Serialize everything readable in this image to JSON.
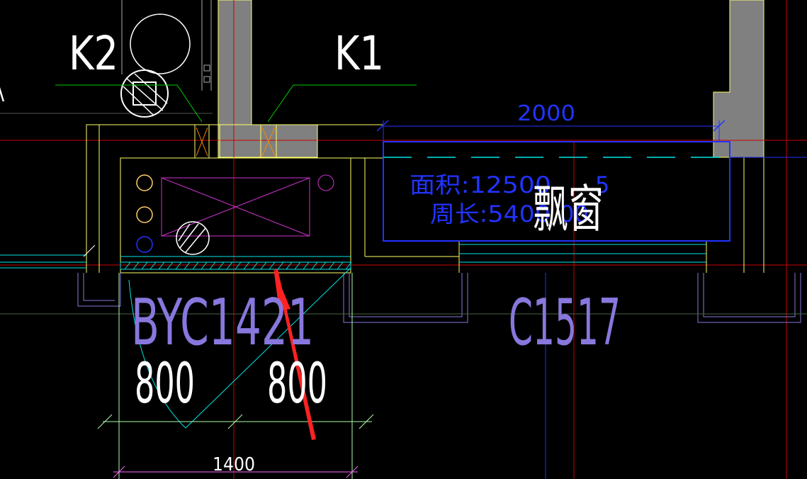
{
  "labels": {
    "k2": "K2",
    "k1": "K1",
    "dim_top": "2000",
    "area": "面积:12500",
    "area_suffix": "5",
    "perimeter": "周长:5400",
    "perimeter_suffix": "00",
    "bay_window": "飘窗",
    "byc": "BYC1421",
    "width_left": "800",
    "width_right": "800",
    "c1517": "C1517",
    "dim_bottom": "1400"
  },
  "colors": {
    "background": "#000000",
    "wall": "#808080",
    "yellow_line": "#ffff66",
    "red_axis": "#cc0000",
    "green_leader": "#00cc00",
    "blue_window": "#0000cc",
    "cyan": "#00e5e5",
    "magenta": "#cc33cc",
    "purple_text": "#8877dd",
    "white": "#ffffff",
    "arrow": "#ff2222"
  }
}
